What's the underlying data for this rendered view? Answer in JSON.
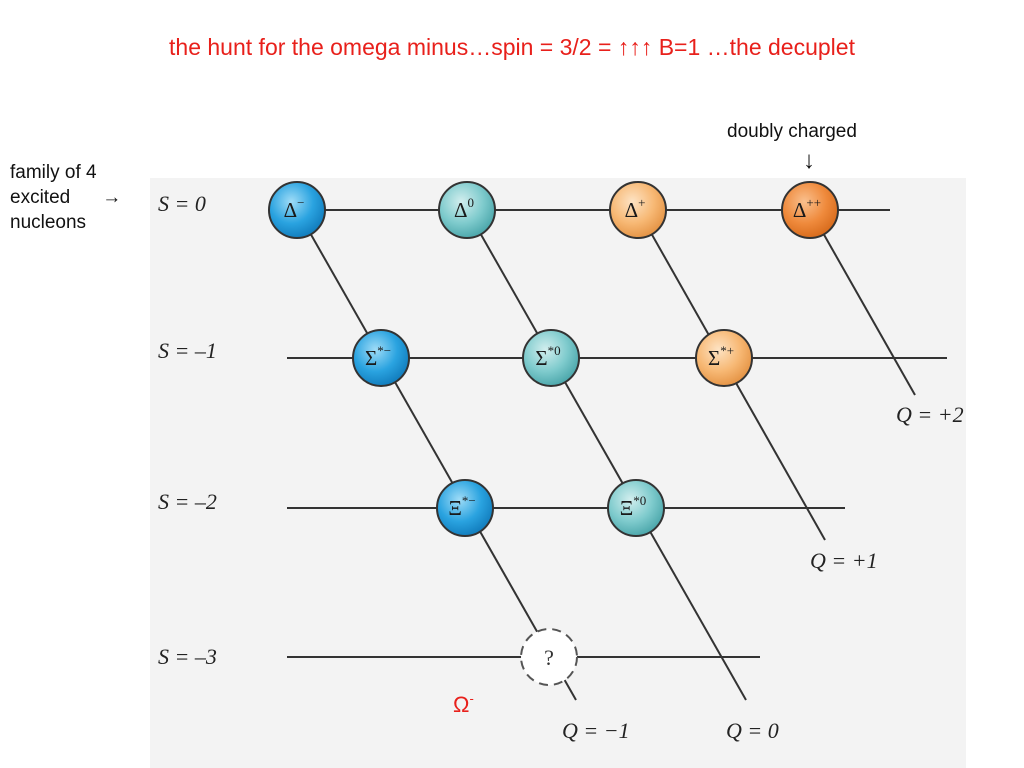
{
  "title": "the hunt for the omega minus…spin = 3/2 = ↑↑↑  B=1   …the decuplet",
  "notes": {
    "family_line1": "family of 4",
    "family_line2": "excited",
    "family_line3": "nucleons",
    "family_arrow": "→",
    "doubly_charged": "doubly charged",
    "down_arrow": "↓"
  },
  "strangeness_labels": [
    "S = 0",
    "S = –1",
    "S = –2",
    "S = –3"
  ],
  "charge_labels": {
    "q_plus2": "Q = +2",
    "q_plus1": "Q = +1",
    "q_zero": "Q = 0",
    "q_minus1": "Q = −1"
  },
  "particles": [
    {
      "id": "delta-minus",
      "base": "Δ",
      "sup": "−",
      "color": "blue"
    },
    {
      "id": "delta-zero",
      "base": "Δ",
      "sup": "0",
      "color": "teal"
    },
    {
      "id": "delta-plus",
      "base": "Δ",
      "sup": "+",
      "color": "peach"
    },
    {
      "id": "delta-plusplus",
      "base": "Δ",
      "sup": "++",
      "color": "orange"
    },
    {
      "id": "sigma-star-minus",
      "base": "Σ",
      "sup": "*−",
      "color": "blue"
    },
    {
      "id": "sigma-star-zero",
      "base": "Σ",
      "sup": "*0",
      "color": "teal"
    },
    {
      "id": "sigma-star-plus",
      "base": "Σ",
      "sup": "*+",
      "color": "peach"
    },
    {
      "id": "xi-star-minus",
      "base": "Ξ",
      "sup": "*−",
      "color": "blue"
    },
    {
      "id": "xi-star-zero",
      "base": "Ξ",
      "sup": "*0",
      "color": "teal"
    }
  ],
  "unknown": {
    "label": "?"
  },
  "omega": {
    "base": "Ω",
    "sup": "-"
  },
  "colors": {
    "blue": "#2aa3e0",
    "teal": "#6fc4c8",
    "peach": "#f6b878",
    "orange": "#ef8a3c",
    "title_red": "#e8201b"
  }
}
